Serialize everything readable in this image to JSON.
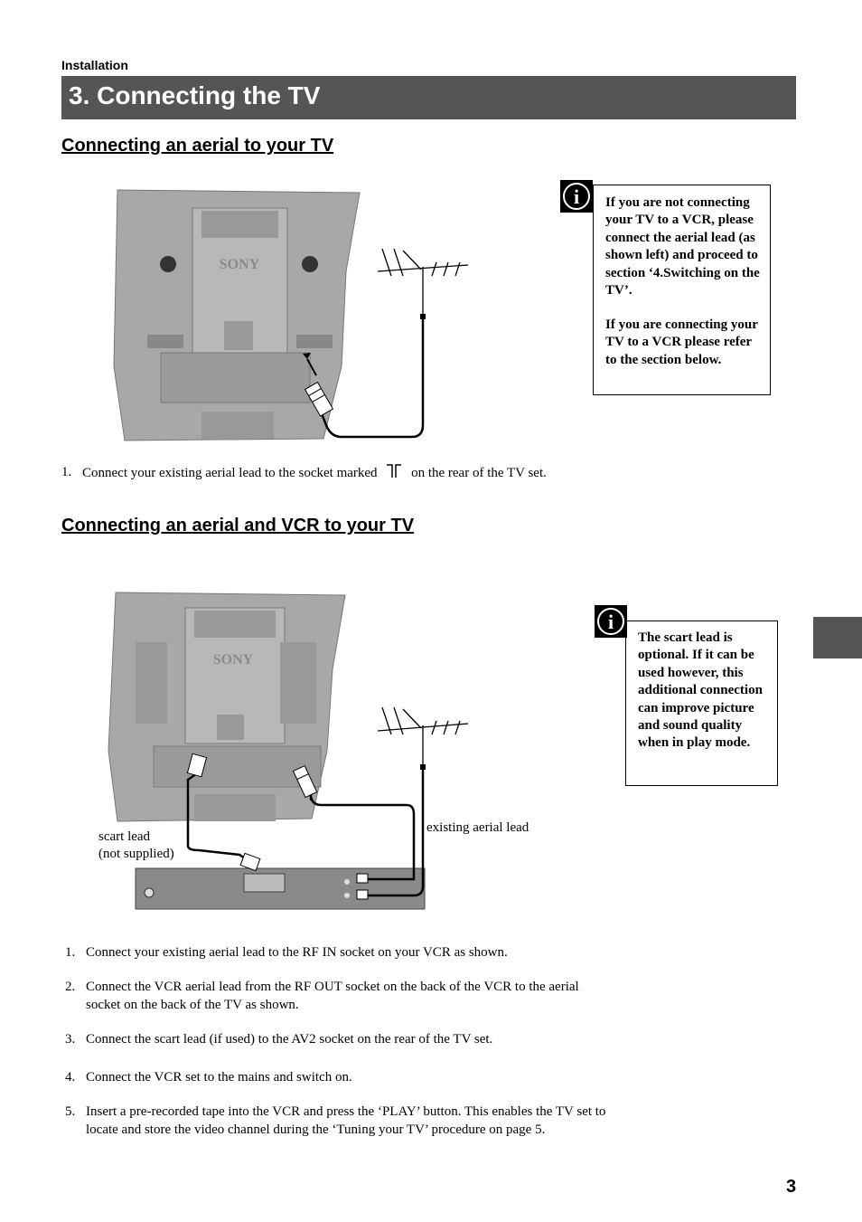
{
  "header": {
    "section": "Installation",
    "title": "3. Connecting the TV"
  },
  "section1": {
    "heading": "Connecting an aerial to your TV",
    "note_p1": "If you are not connecting your TV to a VCR, please connect the aerial lead (as shown left) and proceed to section ‘4.Switching on the TV’.",
    "note_p2": "If you are connecting your TV to a VCR please refer to the section below.",
    "step_number": "1.",
    "step_text_before": "Connect your existing aerial lead to the socket marked",
    "step_text_after": "on the rear of the TV set."
  },
  "section2": {
    "heading": "Connecting an aerial and VCR to your TV",
    "note": "The scart lead is optional.  If it can be used however, this additional connection can improve picture and sound quality when in play mode.",
    "label_existing_lead": "existing aerial lead",
    "label_scart_1": "scart lead",
    "label_scart_2": "(not supplied)",
    "steps": [
      {
        "num": "1.",
        "text": "Connect your existing aerial lead to the RF IN socket on your VCR as shown."
      },
      {
        "num": "2.",
        "text": "Connect the VCR aerial lead from the RF OUT socket on the back of the VCR to the aerial socket on the back of the TV as shown."
      },
      {
        "num": "3.",
        "text": "Connect the scart lead (if used) to the AV2 socket on the rear of the TV set."
      },
      {
        "num": "4.",
        "text": "Connect the VCR set to the mains and switch on."
      },
      {
        "num": "5.",
        "text": "Insert a pre-recorded tape into the VCR and press the ‘PLAY’ button. This enables the TV set to locate and store the video channel during the ‘Tuning your TV’ procedure on page 5."
      }
    ]
  },
  "brand": "SONY",
  "info_symbol": "i",
  "icons": [
    "info-icon",
    "aerial-socket-icon",
    "antenna-icon"
  ],
  "page_number": "3"
}
